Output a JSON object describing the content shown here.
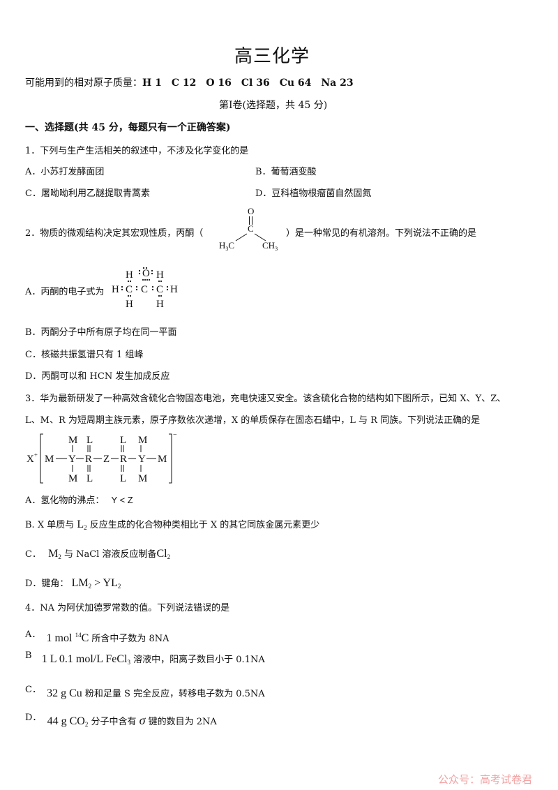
{
  "header": {
    "title": "高三化学",
    "masses_label": "可能用到的相对原子质量：",
    "masses": "H 1　C 12　O 16　Cl 36　Cu 64　Na 23",
    "volume": "第Ⅰ卷(选择题，共 45 分)",
    "section": "一、选择题(共 45 分，每题只有一个正确答案)"
  },
  "q1": {
    "stem": "1．下列与生产生活相关的叙述中，不涉及化学变化的是",
    "a": "A．小苏打发酵面团",
    "b": "B．葡萄酒变酸",
    "c": "C．屠呦呦利用乙醚提取青蒿素",
    "d": "D．豆科植物根瘤菌自然固氮"
  },
  "q2": {
    "stem_pre": "2．物质的微观结构决定其宏观性质，丙酮（",
    "stem_post": "）是一种常见的有机溶剂。下列说法不正确的是",
    "a": "A．丙酮的电子式为",
    "b": "B．丙酮分子中所有原子均在同一平面",
    "c": "C．核磁共振氢谱只有 1 组峰",
    "d": "D．丙酮可以和 HCN 发生加成反应"
  },
  "q3": {
    "line1": "3．华为最新研发了一种高效含硫化合物固态电池，充电快速又安全。该含硫化合物的结构如下图所示，已知 X、Y、Z、",
    "line2": "L、M、R 为短周期主族元素，原子序数依次递增，X 的单质保存在固态石蜡中，L 与 R 同族。下列说法正确的是",
    "a_pre": "A．氢化物的沸点：",
    "a_math": "Y < Z",
    "b_pre": "B. X 单质与",
    "b_post": "反应生成的化合物种类相比于 X 的其它同族金属元素更少",
    "c_pre": "C．",
    "c_mid": "与 NaCl 溶液反应制备",
    "d_pre": "D．键角："
  },
  "q4": {
    "stem": "4．NA 为阿伏加德罗常数的值。下列说法错误的是",
    "a_label": "A．",
    "a_qty": "1 mol",
    "a_text": "所含中子数为 8NA",
    "b_label": "B",
    "b_qty": "1 L 0.1 mol/L FeCl",
    "b_text": "溶液中，阳离子数目小于 0.1NA",
    "c_label": "C．",
    "c_qty": "32 g Cu",
    "c_text": "粉和足量 S 完全反应，转移电子数为 0.5NA",
    "d_label": "D．",
    "d_qty": "44 g CO",
    "d_mid": "分子中含有",
    "d_sigma": "σ",
    "d_text": "键的数目为 2NA"
  },
  "watermark": "公众号：高考试卷君"
}
